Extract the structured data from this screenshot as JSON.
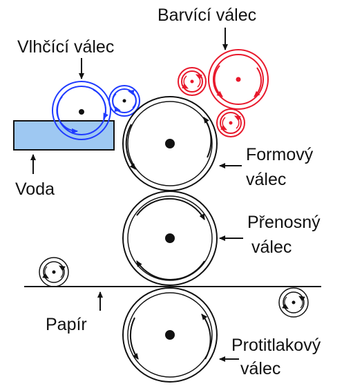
{
  "labels": {
    "inking_roller": "Barvící válec",
    "dampening_roller": "Vlhčící válec",
    "water": "Voda",
    "plate_cylinder_line1": "Formový",
    "plate_cylinder_line2": "válec",
    "blanket_cylinder_line1": "Přenosný",
    "blanket_cylinder_line2": "válec",
    "paper": "Papír",
    "impression_cylinder_line1": "Protitlakový",
    "impression_cylinder_line2": "válec"
  },
  "colors": {
    "ink": "#e8192c",
    "dampening": "#1f3bff",
    "water_fill": "#9ec8f2",
    "stroke": "#111111"
  }
}
